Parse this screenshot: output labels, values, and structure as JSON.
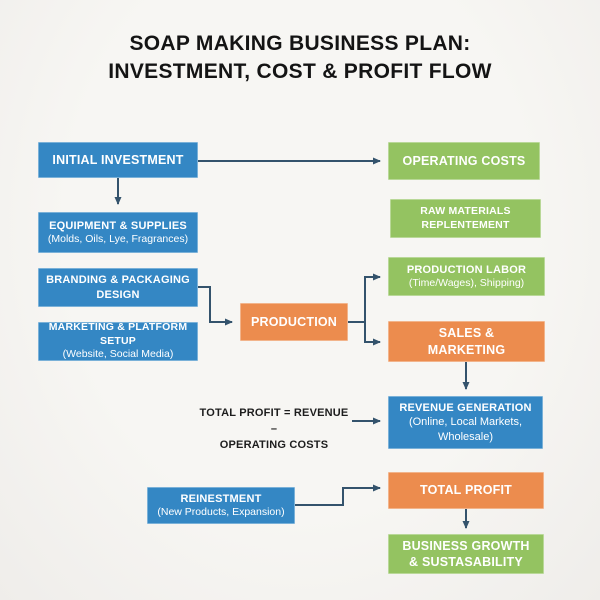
{
  "title": {
    "lines": [
      "SOAP MAKING BUSINESS PLAN:",
      "INVESTMENT, COST & PROFIT FLOW"
    ]
  },
  "colors": {
    "blue": "#3487c4",
    "green": "#94c361",
    "orange": "#ec8c4e",
    "arrow": "#34536c",
    "title_text": "#141414",
    "background": "#f4f2ef"
  },
  "nodes": {
    "initial_investment": {
      "color": "blue",
      "lines": [
        "INITIAL INVESTMENT"
      ]
    },
    "equipment_supplies": {
      "color": "blue",
      "lines": [
        "EQUIPMENT & SUPPLIES",
        "(Molds, Oils, Lye, Fragrances)"
      ]
    },
    "branding_design": {
      "color": "blue",
      "lines": [
        "BRANDING & PACKAGING",
        "DESIGN"
      ]
    },
    "marketing_setup": {
      "color": "blue",
      "lines": [
        "MARKETING & PLATFORM SETUP",
        "(Website, Social Media)"
      ]
    },
    "production": {
      "color": "orange",
      "lines": [
        "PRODUCTION"
      ]
    },
    "operating_costs": {
      "color": "green",
      "lines": [
        "OPERATING COSTS"
      ]
    },
    "raw_materials": {
      "color": "green",
      "lines": [
        "RAW MATERIALS",
        "REPLENTEMENT"
      ]
    },
    "production_labor": {
      "color": "green",
      "lines": [
        "PRODUCTION LABOR",
        "(Time/Wages), Shipping)"
      ]
    },
    "sales_marketing": {
      "color": "orange",
      "lines": [
        "SALES &",
        "MARKETING"
      ]
    },
    "revenue_generation": {
      "color": "blue",
      "lines": [
        "REVENUE GENERATION",
        "(Online, Local Markets,",
        "Wholesale)"
      ]
    },
    "total_profit": {
      "color": "orange",
      "lines": [
        "TOTAL PROFIT"
      ]
    },
    "business_growth": {
      "color": "green",
      "lines": [
        "BUSINESS GROWTH",
        "& SUSTASABILITY"
      ]
    },
    "reinvestment": {
      "color": "blue",
      "lines": [
        "REINESTMENT",
        "(New Products, Expansion)"
      ]
    }
  },
  "annotation": {
    "lines": [
      "TOTAL PROFIT = REVENUE –",
      "OPERATING COSTS"
    ]
  },
  "edges": [
    {
      "from": "initial_investment",
      "to": "equipment_supplies"
    },
    {
      "from": "initial_investment",
      "to": "operating_costs"
    },
    {
      "from": "branding_design",
      "to": "production"
    },
    {
      "from": "production",
      "to": "production_labor"
    },
    {
      "from": "production",
      "to": "sales_marketing"
    },
    {
      "from": "sales_marketing",
      "to": "revenue_generation"
    },
    {
      "from": "annotation",
      "to": "revenue_generation"
    },
    {
      "from": "reinvestment",
      "to": "total_profit"
    },
    {
      "from": "total_profit",
      "to": "business_growth"
    }
  ]
}
